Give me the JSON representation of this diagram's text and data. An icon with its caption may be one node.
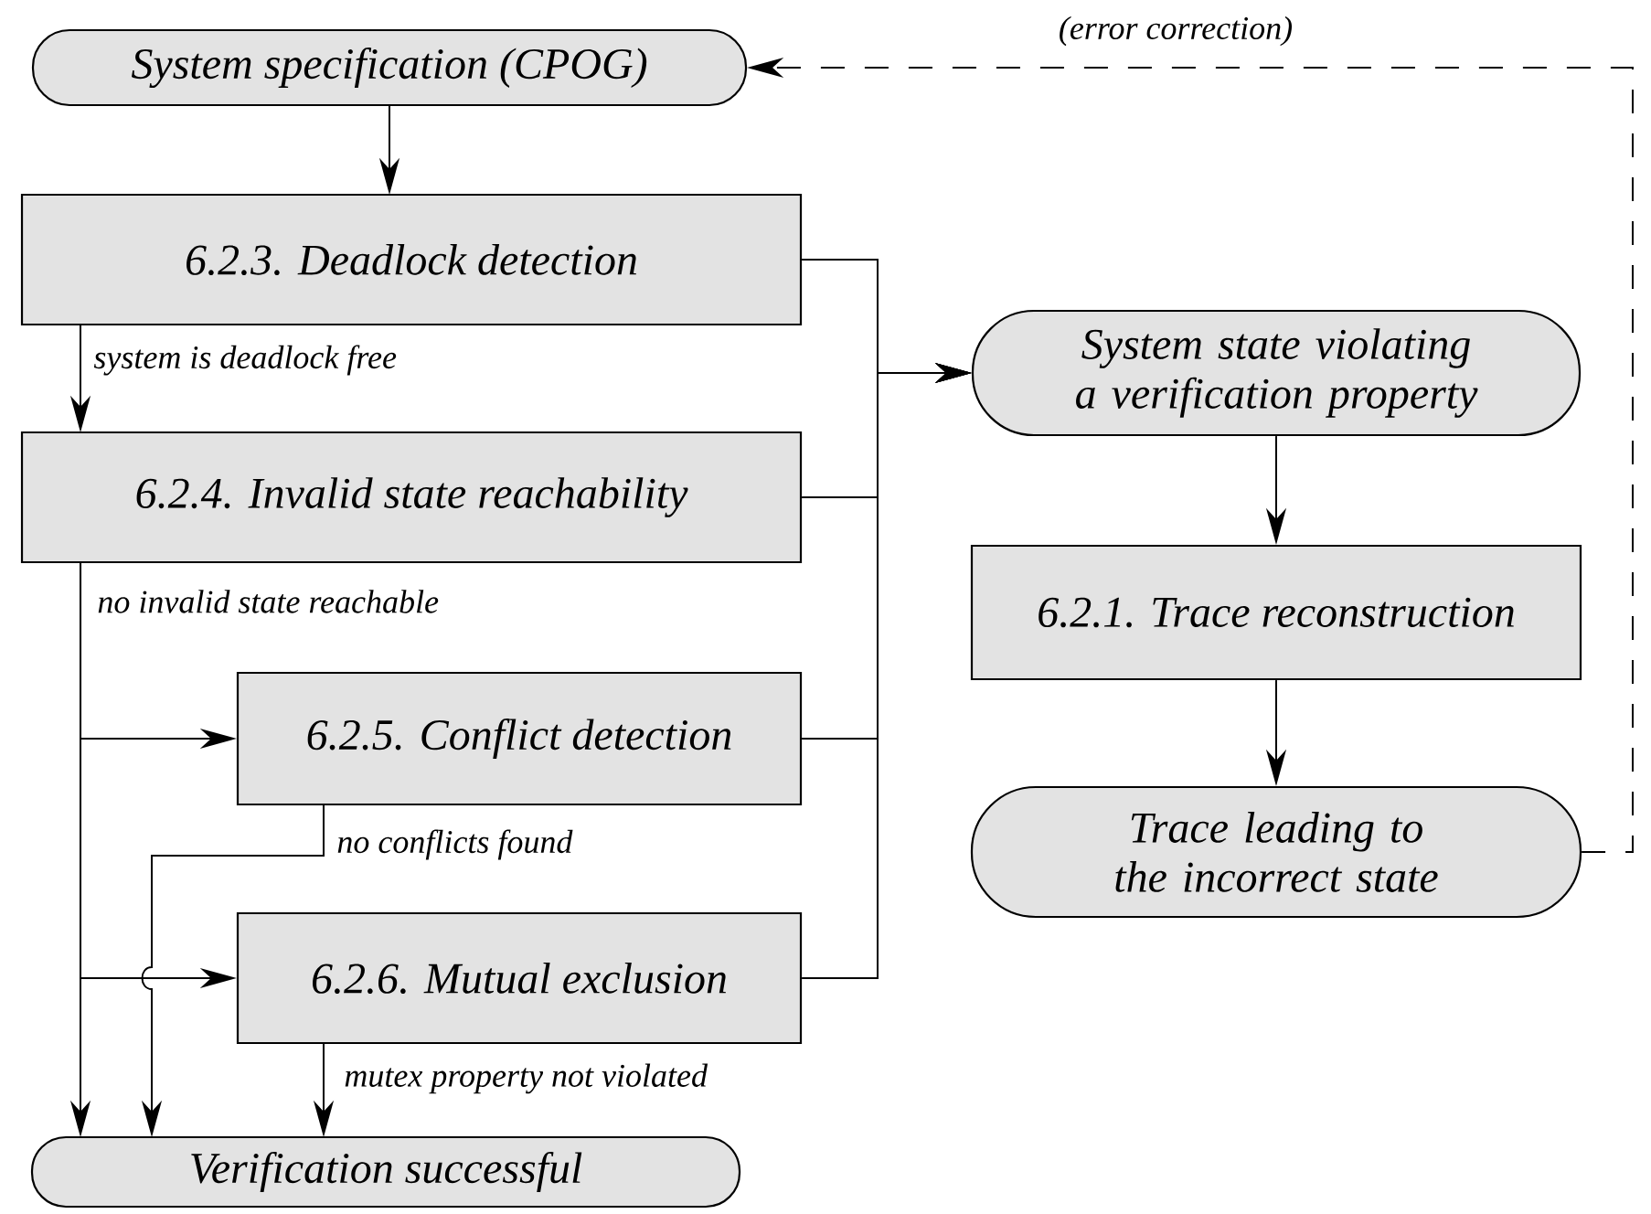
{
  "diagram": {
    "nodes": [
      {
        "text": [
          "System specification (CPOG)"
        ]
      },
      {
        "text": [
          "6.2.3. Deadlock detection"
        ]
      },
      {
        "text": [
          "System state violating a verification property"
        ]
      },
      {
        "text": [
          "6.2.4. Invalid state reachability"
        ]
      },
      {
        "text": [
          "6.2.1. Trace reconstruction"
        ]
      },
      {
        "text": [
          "6.2.5. Conflict detection"
        ]
      },
      {
        "text": [
          "Trace leading to the incorrect state"
        ]
      },
      {
        "text": [
          "6.2.6. Mutual exclusion"
        ]
      },
      {
        "text": [
          "Verification successful"
        ]
      }
    ],
    "edges": [
      {
        "from": 0,
        "to": 1,
        "arrow": "to"
      },
      {
        "from": 1,
        "to": 3,
        "arrow": "to",
        "label": "system is deadlock free"
      },
      {
        "from": 1,
        "to": 2,
        "arrow": "to"
      },
      {
        "from": 3,
        "to": 2,
        "arrow": "to"
      },
      {
        "from": 5,
        "to": 2,
        "arrow": "to"
      },
      {
        "from": 7,
        "to": 2,
        "arrow": "to"
      },
      {
        "from": 2,
        "to": 4,
        "arrow": "to"
      },
      {
        "from": 4,
        "to": 6,
        "arrow": "to"
      },
      {
        "from": 6,
        "to": 0,
        "arrow": "to",
        "style": "dashed",
        "label": "(error correction)"
      },
      {
        "from": 3,
        "to": 8,
        "arrow": "to",
        "label": "no invalid state reachable"
      },
      {
        "from": 3,
        "to": 5,
        "arrow": "to"
      },
      {
        "from": 3,
        "to": 7,
        "arrow": "to"
      },
      {
        "from": 5,
        "to": 8,
        "arrow": "to",
        "label": "no conflicts found"
      },
      {
        "from": 7,
        "to": 8,
        "arrow": "to",
        "label": "mutex property not violated"
      }
    ]
  }
}
